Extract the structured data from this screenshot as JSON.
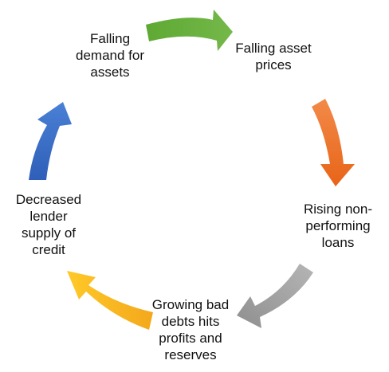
{
  "diagram": {
    "type": "cycle",
    "nodes": [
      {
        "text": "Falling\ndemand for\nassets"
      },
      {
        "text": "Falling asset\nprices"
      },
      {
        "text": "Rising non-\nperforming\nloans"
      },
      {
        "text": "Growing bad\ndebts hits\nprofits and\nreserves"
      },
      {
        "text": "Decreased\nlender\nsupply of\ncredit"
      }
    ],
    "arrows": [
      {
        "from": "Falling\ndemand for\nassets",
        "to": "Falling asset\nprices",
        "color": "#6aaf3e"
      },
      {
        "from": "Falling asset\nprices",
        "to": "Rising non-\nperforming\nloans",
        "color": "#ee7124"
      },
      {
        "from": "Rising non-\nperforming\nloans",
        "to": "Growing bad\ndebts hits\nprofits and\nreserves",
        "color": "#9e9e9e"
      },
      {
        "from": "Growing bad\ndebts hits\nprofits and\nreserves",
        "to": "Decreased\nlender\nsupply of\ncredit",
        "color": "#fbbc12"
      },
      {
        "from": "Decreased\nlender\nsupply of\ncredit",
        "to": "Falling\ndemand for\nassets",
        "color": "#3d6fc4"
      }
    ]
  }
}
